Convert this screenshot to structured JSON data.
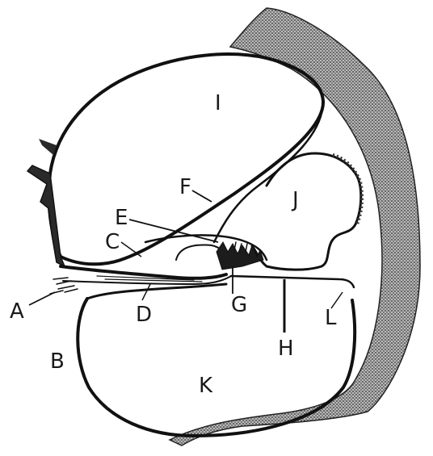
{
  "diagram": {
    "labels": {
      "A": "A",
      "B": "B",
      "C": "C",
      "D": "D",
      "E": "E",
      "F": "F",
      "G": "G",
      "H": "H",
      "I": "I",
      "J": "J",
      "K": "K",
      "L": "L"
    }
  }
}
